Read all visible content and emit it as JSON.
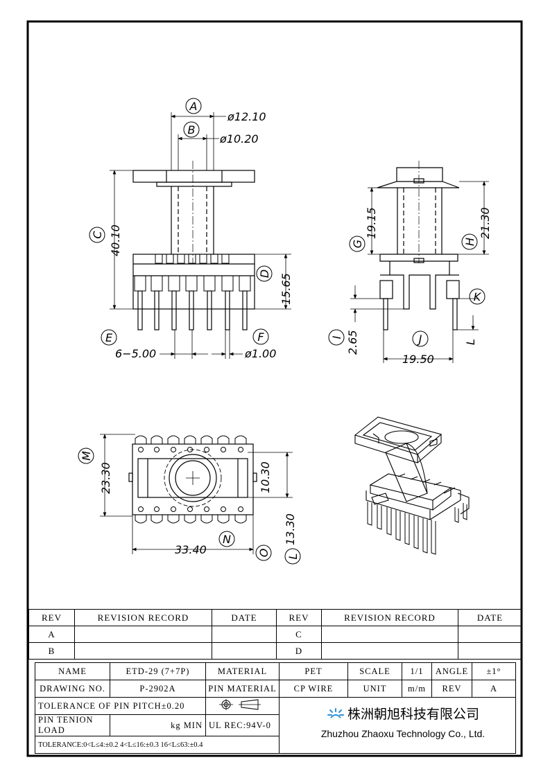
{
  "drawing": {
    "top_view": {
      "labels": {
        "A": "A",
        "B": "B",
        "C": "C",
        "D": "D",
        "E": "E",
        "F": "F"
      },
      "dims": {
        "A": "ø12.10",
        "B": "ø10.20",
        "C": "40.10",
        "D": "15.65",
        "pitch": "6−5.00",
        "pin_dia": "ø1.00"
      }
    },
    "side_view": {
      "labels": {
        "G": "G",
        "H": "H",
        "I": "I",
        "J": "J",
        "K": "K",
        "L": "L"
      },
      "dims": {
        "G": "19.15",
        "H": "21.30",
        "I": "2.65",
        "J": "19.50",
        "L": "L"
      }
    },
    "bottom_view": {
      "labels": {
        "M": "M",
        "N": "N",
        "O": "O",
        "L": "L"
      },
      "dims": {
        "M": "23.30",
        "inner": "10.30",
        "N": "33.40",
        "L": "13.30"
      }
    }
  },
  "revision_table": {
    "headers": [
      "REV",
      "REVISION RECORD",
      "DATE",
      "REV",
      "REVISION RECORD",
      "DATE"
    ],
    "rows": [
      [
        "A",
        "",
        "",
        "C",
        "",
        ""
      ],
      [
        "B",
        "",
        "",
        "D",
        "",
        ""
      ]
    ]
  },
  "title_block": {
    "name_label": "NAME",
    "name_value": "ETD-29 (7+7P)",
    "material_label": "MATERIAL",
    "material_value": "PET",
    "scale_label": "SCALE",
    "scale_value": "1/1",
    "angle_label": "ANGLE",
    "angle_value": "±1°",
    "drawing_no_label": "DRAWING NO.",
    "drawing_no_value": "P-2902A",
    "pin_material_label": "PIN MATERIAL",
    "pin_material_value": "CP WIRE",
    "unit_label": "UNIT",
    "unit_value": "m/m",
    "rev_label": "REV",
    "rev_value": "A",
    "tolerance_pitch": "TOLERANCE OF PIN PITCH±0.20",
    "pin_tension": "PIN TENION LOAD",
    "pin_tension_unit": "kg MIN",
    "ul_rec": "UL REC:94V-0",
    "tolerance_general": "TOLERANCE:0<L≤4:±0.2  4<L≤16:±0.3  16<L≤63:±0.4",
    "company_cn": "株洲朝旭科技有限公司",
    "company_en": "Zhuzhou Zhaoxu Technology Co., Ltd."
  }
}
